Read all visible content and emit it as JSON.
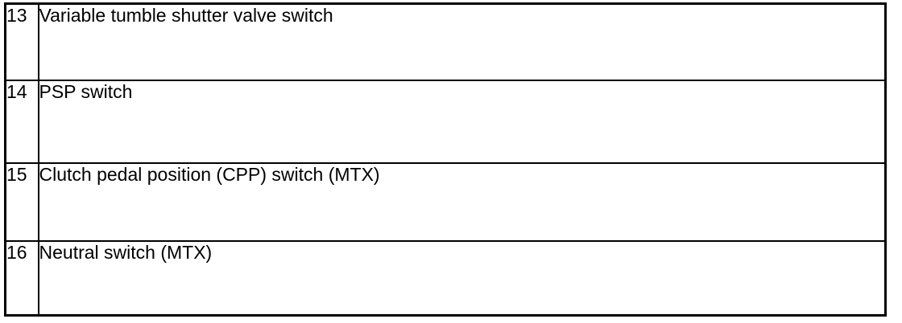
{
  "document": {
    "type": "table",
    "background_color": "#ffffff",
    "text_color": "#000000",
    "border_color": "#000000"
  },
  "table": {
    "columns": [
      "index",
      "description"
    ],
    "rows": [
      {
        "index": "13",
        "description": "Variable tumble shutter valve switch"
      },
      {
        "index": "14",
        "description": "PSP switch"
      },
      {
        "index": "15",
        "description": "Clutch pedal position (CPP) switch (MTX)"
      },
      {
        "index": "16",
        "description": "Neutral switch (MTX)"
      }
    ]
  }
}
